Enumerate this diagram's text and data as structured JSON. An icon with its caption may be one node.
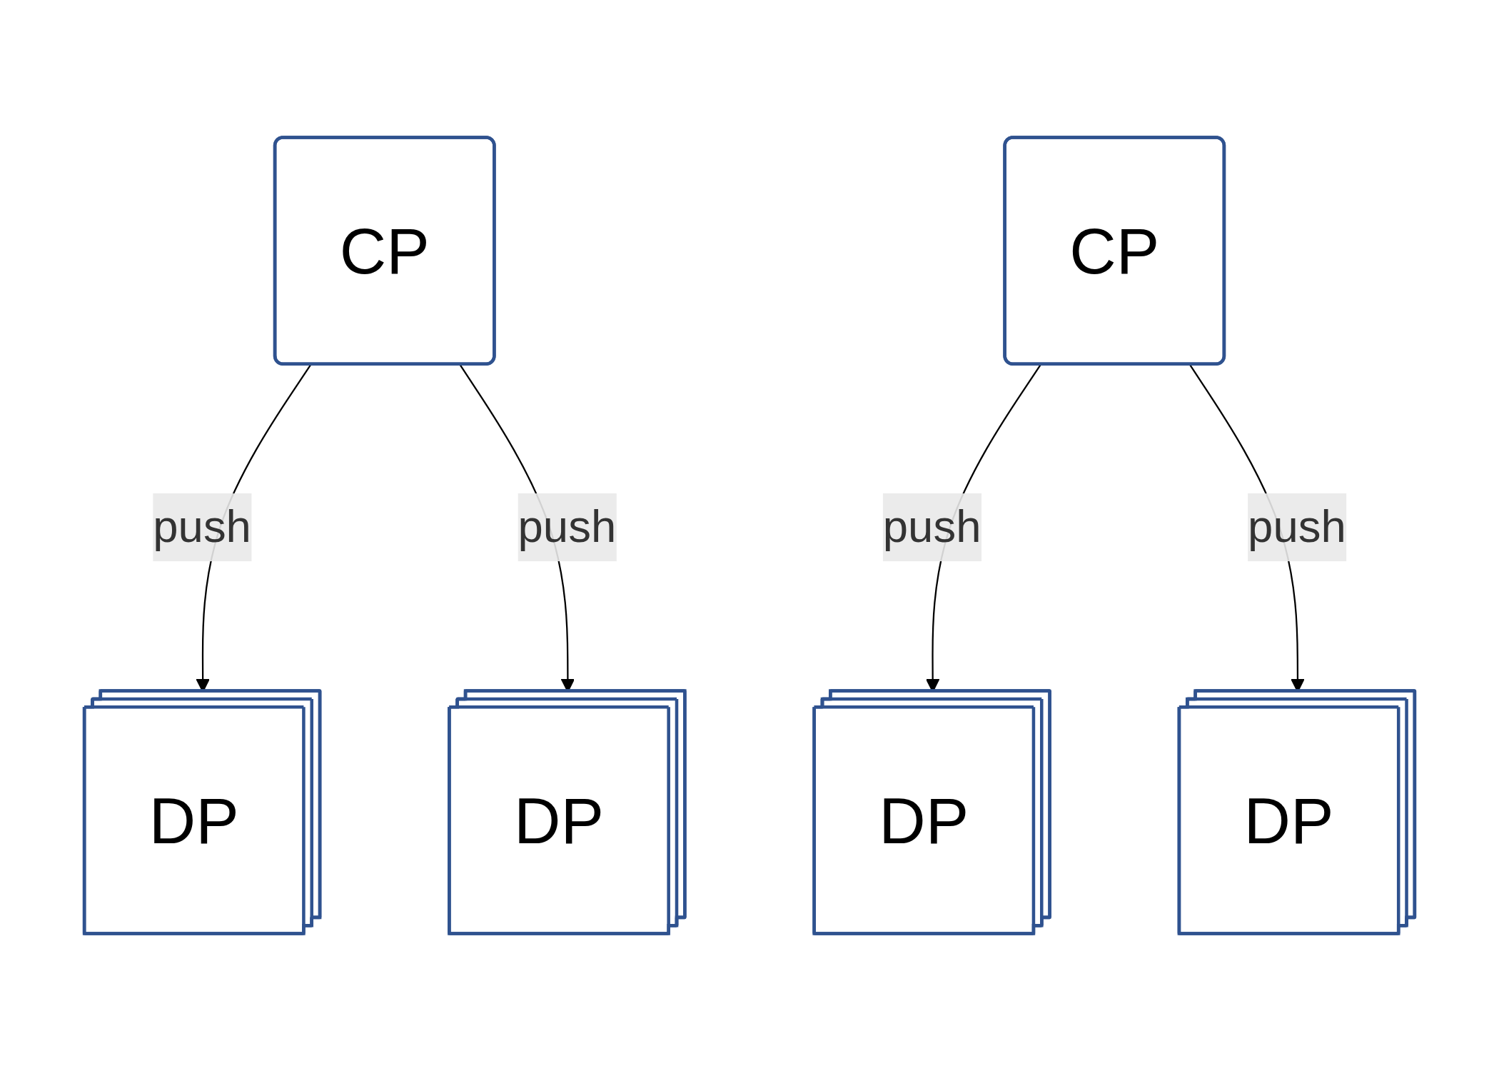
{
  "diagram": {
    "nodes": [
      {
        "text": [
          "CP"
        ]
      },
      {
        "text": [
          "CP"
        ]
      },
      {
        "text": [
          "DP"
        ]
      },
      {
        "text": [
          "DP"
        ]
      },
      {
        "text": [
          "DP"
        ]
      },
      {
        "text": [
          "DP"
        ]
      }
    ],
    "edges": [
      {
        "from": 0,
        "to": 2,
        "arrow": "to",
        "label": "push"
      },
      {
        "from": 0,
        "to": 3,
        "arrow": "to",
        "label": "push"
      },
      {
        "from": 1,
        "to": 4,
        "arrow": "to",
        "label": "push"
      },
      {
        "from": 1,
        "to": 5,
        "arrow": "to",
        "label": "push"
      }
    ]
  }
}
